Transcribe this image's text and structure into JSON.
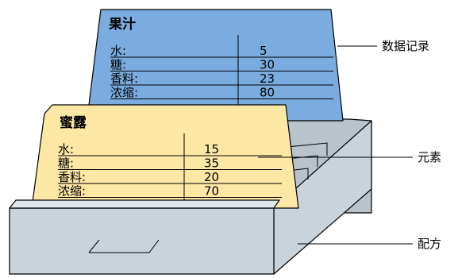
{
  "diagram": {
    "back_card": {
      "title": "果汁",
      "color": "#7bace0",
      "rows": [
        {
          "label": "水:",
          "value": "5"
        },
        {
          "label": "糖:",
          "value": "30"
        },
        {
          "label": "香料:",
          "value": "23"
        },
        {
          "label": "浓缩:",
          "value": "80"
        }
      ]
    },
    "front_card": {
      "title": "蜜露",
      "color": "#fde7a4",
      "rows": [
        {
          "label": "水:",
          "value": "15"
        },
        {
          "label": "糖:",
          "value": "35"
        },
        {
          "label": "香料:",
          "value": "20"
        },
        {
          "label": "浓缩:",
          "value": "70"
        }
      ]
    },
    "drawer_color": "#c9d3dc",
    "callouts": {
      "record": "数据记录",
      "element": "元素",
      "recipe": "配方"
    }
  }
}
